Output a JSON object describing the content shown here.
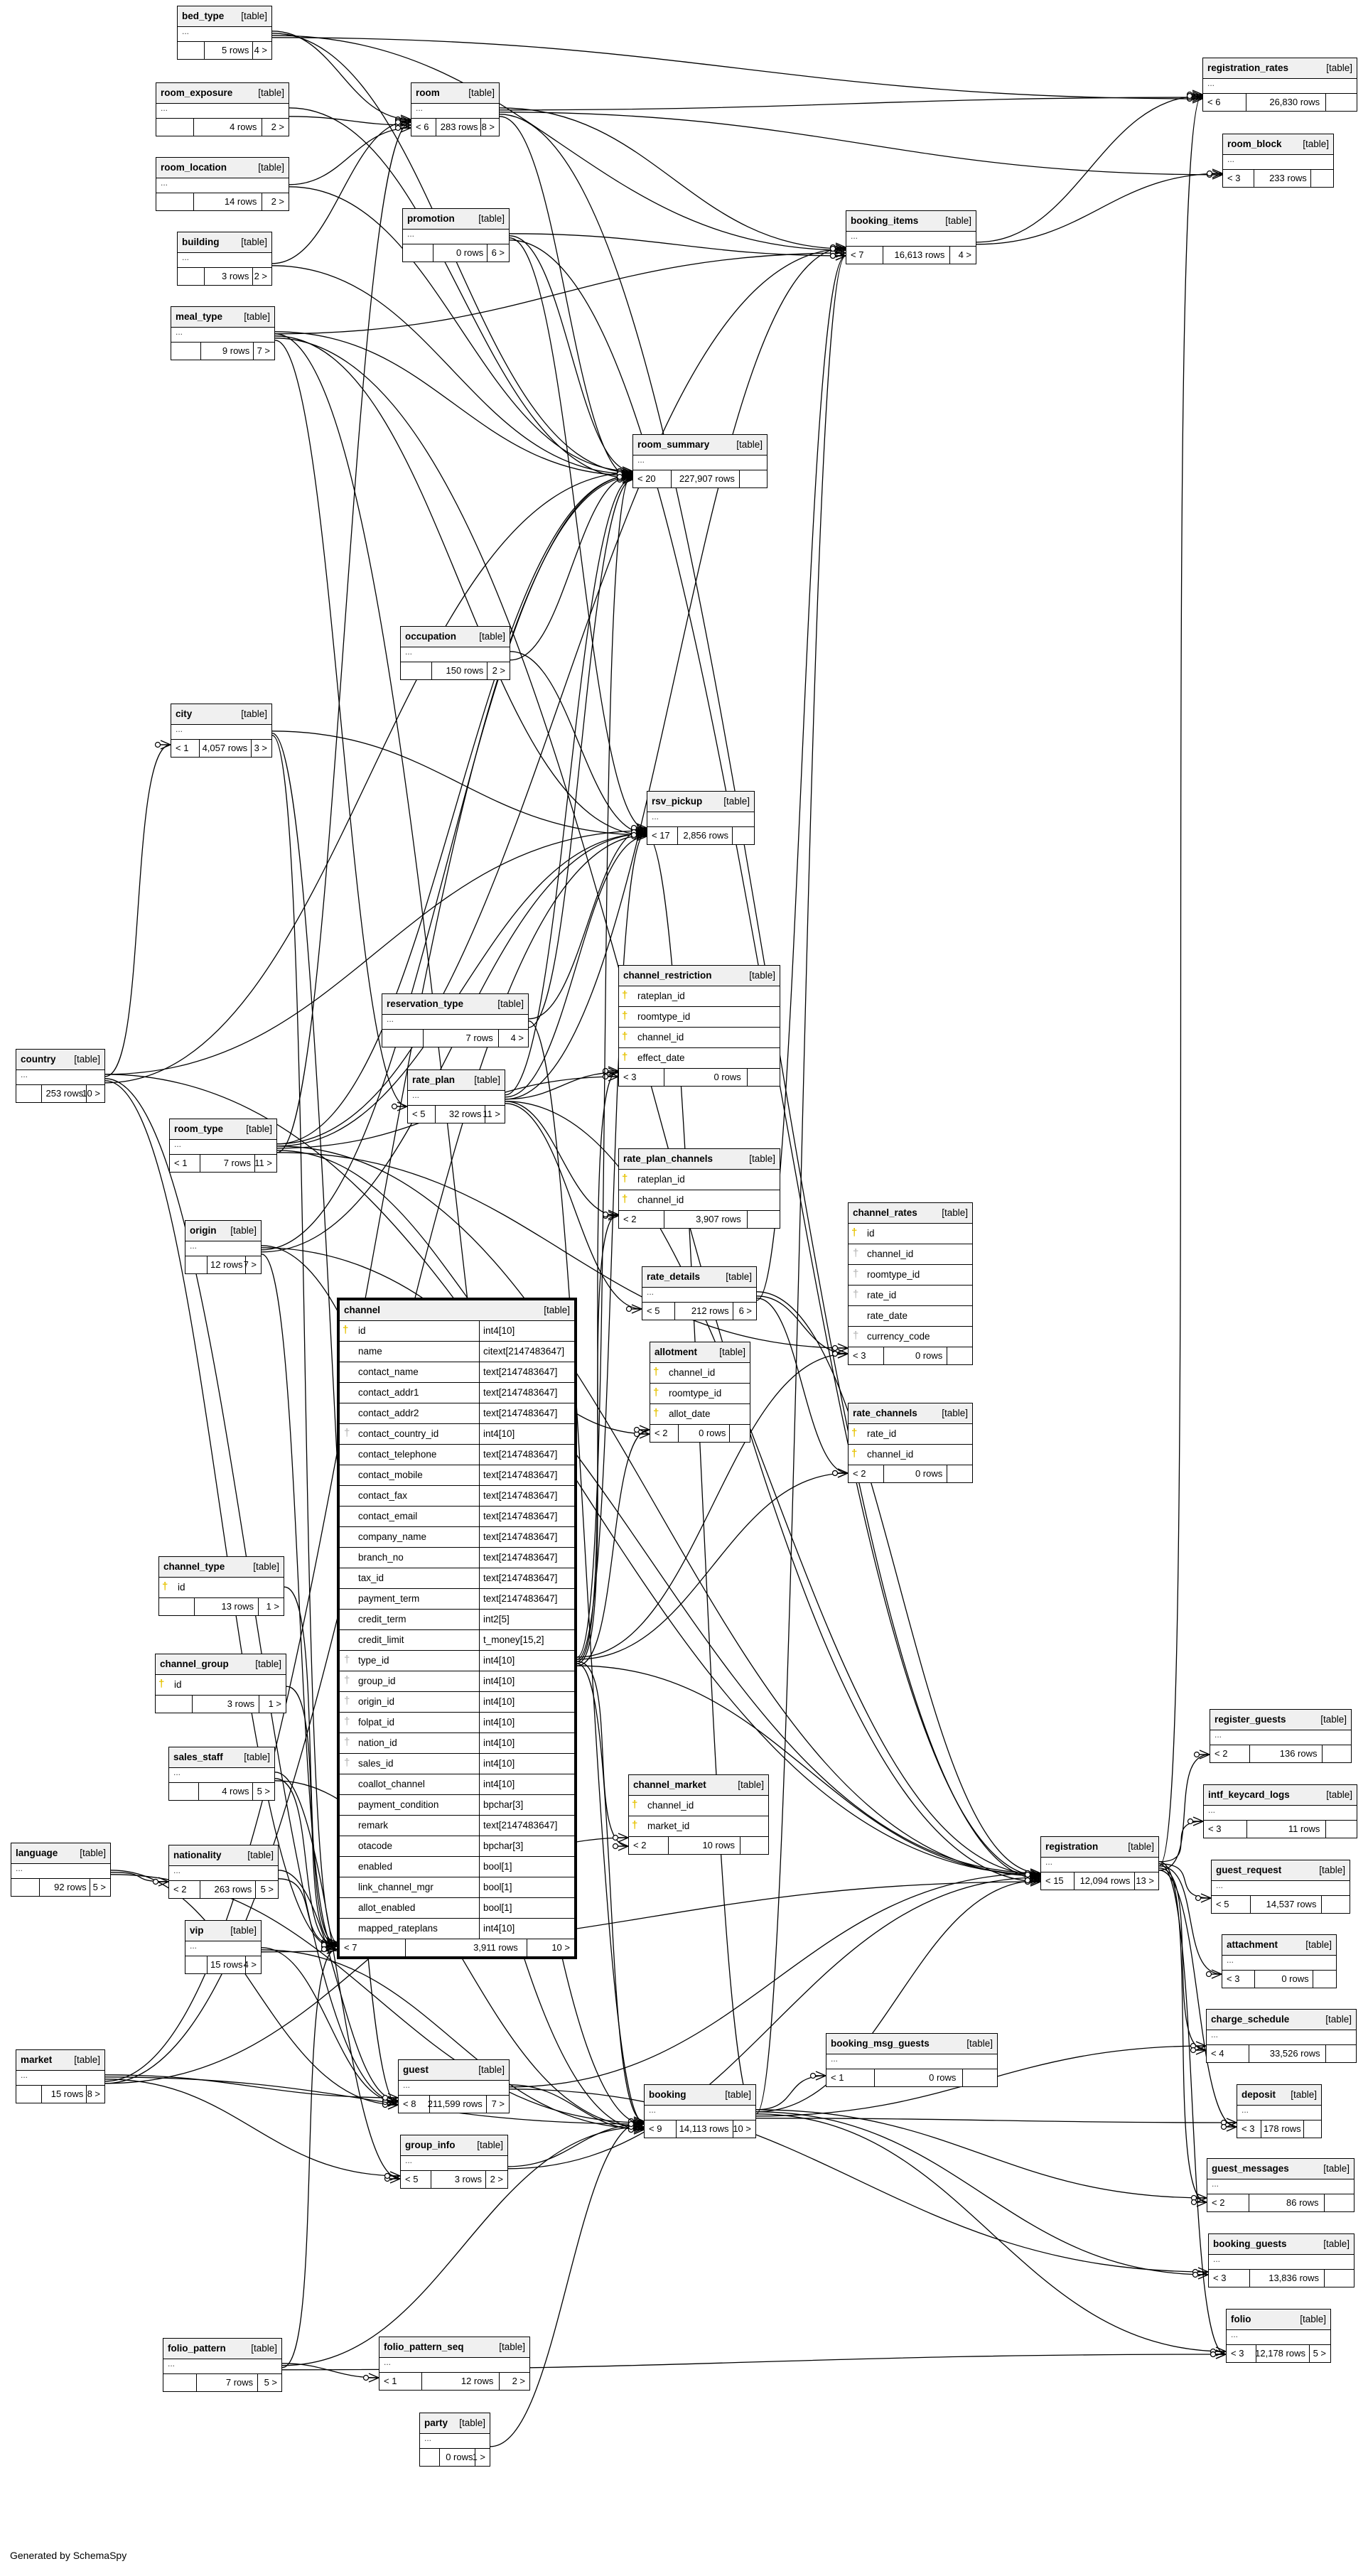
{
  "footer": "Generated by SchemaSpy",
  "tag_label": "[table]",
  "ellipsis": "...",
  "tables": {
    "bed_type": {
      "name": "bed_type",
      "parents": "",
      "rows": "5 rows",
      "children": "4 >"
    },
    "room_exposure": {
      "name": "room_exposure",
      "parents": "",
      "rows": "4 rows",
      "children": "2 >"
    },
    "room_location": {
      "name": "room_location",
      "parents": "",
      "rows": "14 rows",
      "children": "2 >"
    },
    "building": {
      "name": "building",
      "parents": "",
      "rows": "3 rows",
      "children": "2 >"
    },
    "meal_type": {
      "name": "meal_type",
      "parents": "",
      "rows": "9 rows",
      "children": "7 >"
    },
    "room": {
      "name": "room",
      "parents": "< 6",
      "rows": "283 rows",
      "children": "8 >"
    },
    "promotion": {
      "name": "promotion",
      "parents": "",
      "rows": "0 rows",
      "children": "6 >"
    },
    "room_summary": {
      "name": "room_summary",
      "parents": "< 20",
      "rows": "227,907 rows",
      "children": ""
    },
    "occupation": {
      "name": "occupation",
      "parents": "",
      "rows": "150 rows",
      "children": "2 >"
    },
    "city": {
      "name": "city",
      "parents": "< 1",
      "rows": "4,057 rows",
      "children": "3 >"
    },
    "rsv_pickup": {
      "name": "rsv_pickup",
      "parents": "< 17",
      "rows": "2,856 rows",
      "children": ""
    },
    "reservation_type": {
      "name": "reservation_type",
      "parents": "",
      "rows": "7 rows",
      "children": "4 >"
    },
    "rate_plan": {
      "name": "rate_plan",
      "parents": "< 5",
      "rows": "32 rows",
      "children": "11 >"
    },
    "room_type": {
      "name": "room_type",
      "parents": "< 1",
      "rows": "7 rows",
      "children": "11 >"
    },
    "origin": {
      "name": "origin",
      "parents": "",
      "rows": "12 rows",
      "children": "7 >"
    },
    "country": {
      "name": "country",
      "parents": "",
      "rows": "253 rows",
      "children": "10 >"
    },
    "booking_items": {
      "name": "booking_items",
      "parents": "< 7",
      "rows": "16,613 rows",
      "children": "4 >"
    },
    "registration_rates": {
      "name": "registration_rates",
      "parents": "< 6",
      "rows": "26,830 rows",
      "children": ""
    },
    "room_block": {
      "name": "room_block",
      "parents": "< 3",
      "rows": "233 rows",
      "children": ""
    },
    "channel_restriction": {
      "name": "channel_restriction",
      "parents": "< 3",
      "rows": "0 rows",
      "children": "",
      "columns": [
        {
          "name": "rateplan_id",
          "key": "pk"
        },
        {
          "name": "roomtype_id",
          "key": "pk"
        },
        {
          "name": "channel_id",
          "key": "pk"
        },
        {
          "name": "effect_date",
          "key": "pk"
        }
      ]
    },
    "rate_plan_channels": {
      "name": "rate_plan_channels",
      "parents": "< 2",
      "rows": "3,907 rows",
      "children": "",
      "columns": [
        {
          "name": "rateplan_id",
          "key": "pk"
        },
        {
          "name": "channel_id",
          "key": "pk"
        }
      ]
    },
    "rate_details": {
      "name": "rate_details",
      "parents": "< 5",
      "rows": "212 rows",
      "children": "6 >"
    },
    "allotment": {
      "name": "allotment",
      "parents": "< 2",
      "rows": "0 rows",
      "children": "",
      "columns": [
        {
          "name": "channel_id",
          "key": "pk"
        },
        {
          "name": "roomtype_id",
          "key": "pk"
        },
        {
          "name": "allot_date",
          "key": "pk"
        }
      ]
    },
    "channel_rates": {
      "name": "channel_rates",
      "parents": "< 3",
      "rows": "0 rows",
      "children": "",
      "columns": [
        {
          "name": "id",
          "key": "pk"
        },
        {
          "name": "channel_id",
          "key": "fk"
        },
        {
          "name": "roomtype_id",
          "key": "fk"
        },
        {
          "name": "rate_id",
          "key": "fk"
        },
        {
          "name": "rate_date",
          "key": ""
        },
        {
          "name": "currency_code",
          "key": "fk"
        }
      ]
    },
    "rate_channels": {
      "name": "rate_channels",
      "parents": "< 2",
      "rows": "0 rows",
      "children": "",
      "columns": [
        {
          "name": "rate_id",
          "key": "pk"
        },
        {
          "name": "channel_id",
          "key": "pk"
        }
      ]
    },
    "channel": {
      "name": "channel",
      "parents": "< 7",
      "rows": "3,911 rows",
      "children": "10 >",
      "columns": [
        {
          "name": "id",
          "type": "int4[10]",
          "key": "pk"
        },
        {
          "name": "name",
          "type": "citext[2147483647]",
          "key": ""
        },
        {
          "name": "contact_name",
          "type": "text[2147483647]",
          "key": ""
        },
        {
          "name": "contact_addr1",
          "type": "text[2147483647]",
          "key": ""
        },
        {
          "name": "contact_addr2",
          "type": "text[2147483647]",
          "key": ""
        },
        {
          "name": "contact_country_id",
          "type": "int4[10]",
          "key": "fk"
        },
        {
          "name": "contact_telephone",
          "type": "text[2147483647]",
          "key": ""
        },
        {
          "name": "contact_mobile",
          "type": "text[2147483647]",
          "key": ""
        },
        {
          "name": "contact_fax",
          "type": "text[2147483647]",
          "key": ""
        },
        {
          "name": "contact_email",
          "type": "text[2147483647]",
          "key": ""
        },
        {
          "name": "company_name",
          "type": "text[2147483647]",
          "key": ""
        },
        {
          "name": "branch_no",
          "type": "text[2147483647]",
          "key": ""
        },
        {
          "name": "tax_id",
          "type": "text[2147483647]",
          "key": ""
        },
        {
          "name": "payment_term",
          "type": "text[2147483647]",
          "key": ""
        },
        {
          "name": "credit_term",
          "type": "int2[5]",
          "key": ""
        },
        {
          "name": "credit_limit",
          "type": "t_money[15,2]",
          "key": ""
        },
        {
          "name": "type_id",
          "type": "int4[10]",
          "key": "fk"
        },
        {
          "name": "group_id",
          "type": "int4[10]",
          "key": "fk"
        },
        {
          "name": "origin_id",
          "type": "int4[10]",
          "key": "fk"
        },
        {
          "name": "folpat_id",
          "type": "int4[10]",
          "key": "fk"
        },
        {
          "name": "nation_id",
          "type": "int4[10]",
          "key": "fk"
        },
        {
          "name": "sales_id",
          "type": "int4[10]",
          "key": "fk"
        },
        {
          "name": "coallot_channel",
          "type": "int4[10]",
          "key": ""
        },
        {
          "name": "payment_condition",
          "type": "bpchar[3]",
          "key": ""
        },
        {
          "name": "remark",
          "type": "text[2147483647]",
          "key": ""
        },
        {
          "name": "otacode",
          "type": "bpchar[3]",
          "key": ""
        },
        {
          "name": "enabled",
          "type": "bool[1]",
          "key": ""
        },
        {
          "name": "link_channel_mgr",
          "type": "bool[1]",
          "key": ""
        },
        {
          "name": "allot_enabled",
          "type": "bool[1]",
          "key": ""
        },
        {
          "name": "mapped_rateplans",
          "type": "int4[10]",
          "key": ""
        }
      ]
    },
    "channel_type": {
      "name": "channel_type",
      "parents": "",
      "rows": "13 rows",
      "children": "1 >",
      "columns": [
        {
          "name": "id",
          "key": "pk"
        }
      ]
    },
    "channel_group": {
      "name": "channel_group",
      "parents": "",
      "rows": "3 rows",
      "children": "1 >",
      "columns": [
        {
          "name": "id",
          "key": "pk"
        }
      ]
    },
    "sales_staff": {
      "name": "sales_staff",
      "parents": "",
      "rows": "4 rows",
      "children": "5 >"
    },
    "language": {
      "name": "language",
      "parents": "",
      "rows": "92 rows",
      "children": "5 >"
    },
    "nationality": {
      "name": "nationality",
      "parents": "< 2",
      "rows": "263 rows",
      "children": "5 >"
    },
    "vip": {
      "name": "vip",
      "parents": "",
      "rows": "15 rows",
      "children": "4 >"
    },
    "market": {
      "name": "market",
      "parents": "",
      "rows": "15 rows",
      "children": "8 >"
    },
    "channel_market": {
      "name": "channel_market",
      "parents": "< 2",
      "rows": "10 rows",
      "children": "",
      "columns": [
        {
          "name": "channel_id",
          "key": "pk"
        },
        {
          "name": "market_id",
          "key": "pk"
        }
      ]
    },
    "guest": {
      "name": "guest",
      "parents": "< 8",
      "rows": "211,599 rows",
      "children": "7 >"
    },
    "group_info": {
      "name": "group_info",
      "parents": "< 5",
      "rows": "3 rows",
      "children": "2 >"
    },
    "booking": {
      "name": "booking",
      "parents": "< 9",
      "rows": "14,113 rows",
      "children": "10 >"
    },
    "booking_msg_guests": {
      "name": "booking_msg_guests",
      "parents": "< 1",
      "rows": "0 rows",
      "children": ""
    },
    "registration": {
      "name": "registration",
      "parents": "< 15",
      "rows": "12,094 rows",
      "children": "13 >"
    },
    "register_guests": {
      "name": "register_guests",
      "parents": "< 2",
      "rows": "136 rows",
      "children": ""
    },
    "intf_keycard_logs": {
      "name": "intf_keycard_logs",
      "parents": "< 3",
      "rows": "11 rows",
      "children": ""
    },
    "guest_request": {
      "name": "guest_request",
      "parents": "< 5",
      "rows": "14,537 rows",
      "children": ""
    },
    "attachment": {
      "name": "attachment",
      "parents": "< 3",
      "rows": "0 rows",
      "children": ""
    },
    "charge_schedule": {
      "name": "charge_schedule",
      "parents": "< 4",
      "rows": "33,526 rows",
      "children": ""
    },
    "deposit": {
      "name": "deposit",
      "parents": "< 3",
      "rows": "178 rows",
      "children": ""
    },
    "guest_messages": {
      "name": "guest_messages",
      "parents": "< 2",
      "rows": "86 rows",
      "children": ""
    },
    "booking_guests": {
      "name": "booking_guests",
      "parents": "< 3",
      "rows": "13,836 rows",
      "children": ""
    },
    "folio": {
      "name": "folio",
      "parents": "< 3",
      "rows": "12,178 rows",
      "children": "5 >"
    },
    "folio_pattern": {
      "name": "folio_pattern",
      "parents": "",
      "rows": "7 rows",
      "children": "5 >"
    },
    "folio_pattern_seq": {
      "name": "folio_pattern_seq",
      "parents": "< 1",
      "rows": "12 rows",
      "children": "2 >"
    },
    "party": {
      "name": "party",
      "parents": "",
      "rows": "0 rows",
      "children": "1 >"
    }
  }
}
